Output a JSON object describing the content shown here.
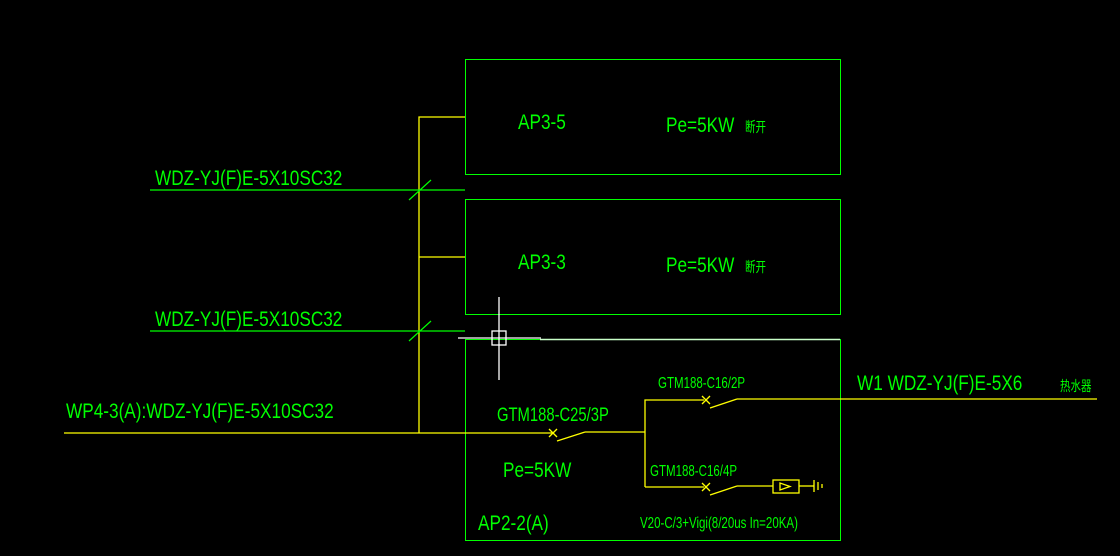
{
  "colors": {
    "background": "#000000",
    "text": "#00ff00",
    "wire": "#ffff00",
    "cursor": "#ffffff"
  },
  "cabinets": [
    {
      "name": "AP3-5",
      "power": "Pe=5KW",
      "note": "断开"
    },
    {
      "name": "AP3-3",
      "power": "Pe=5KW",
      "note": "断开"
    }
  ],
  "feeders": {
    "upper": "WDZ-YJ(F)E-5X10SC32",
    "lower": "WDZ-YJ(F)E-5X10SC32",
    "incoming": "WP4-3(A):WDZ-YJ(F)E-5X10SC32"
  },
  "panel": {
    "name": "AP2-2(A)",
    "power": "Pe=5KW",
    "main_breaker": "GTM188-C25/3P",
    "branch_breaker_1": "GTM188-C16/2P",
    "branch_breaker_2": "GTM188-C16/4P",
    "spd": "V20-C/3+Vigi(8/20us In=20KA)",
    "outgoing_cable": "W1 WDZ-YJ(F)E-5X6",
    "outgoing_note": "热水器"
  }
}
